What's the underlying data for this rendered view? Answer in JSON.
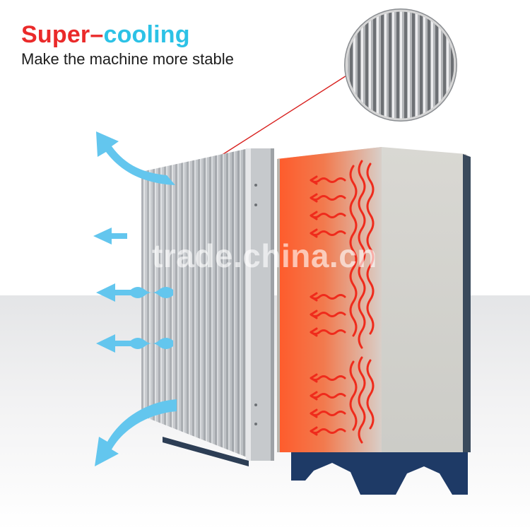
{
  "header": {
    "title_part1": "Super",
    "title_dash": "–",
    "title_part2": "cooling",
    "subtitle": "Make the machine more stable"
  },
  "watermark": "trade.china.cn",
  "colors": {
    "title_red": "#ea2a2a",
    "title_cyan": "#2cc2e6",
    "airflow_blue": "#63c6ee",
    "heat_red": "#ef2b1c",
    "base_navy": "#1e3a66"
  },
  "icons": [
    "cool-air-arrow-icon",
    "heat-wave-arrow-icon",
    "zoom-magnifier-circle"
  ]
}
